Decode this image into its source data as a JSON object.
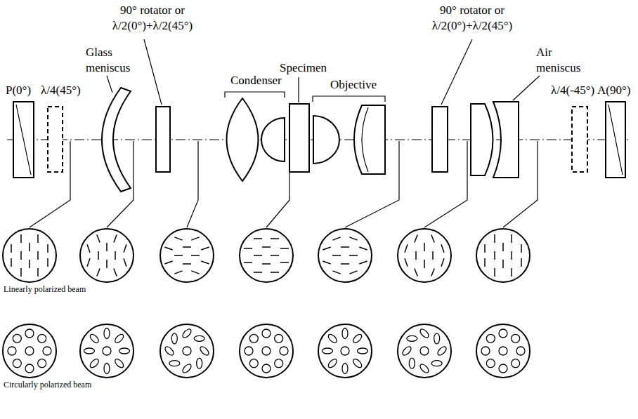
{
  "diagram": {
    "labels": [
      "P(0°)",
      "λ/4(45°)",
      "Glass meniscus",
      "90° rotator or λ/2(0°)+λ/2(45°)",
      "Condenser",
      "Specimen",
      "Objective",
      "90° rotator or λ/2(0°)+λ/2(45°)",
      "Air meniscus",
      "λ/4(-45°)",
      "A(90°)",
      "Linearly polarized beam",
      "Circularly polarized beam"
    ]
  }
}
